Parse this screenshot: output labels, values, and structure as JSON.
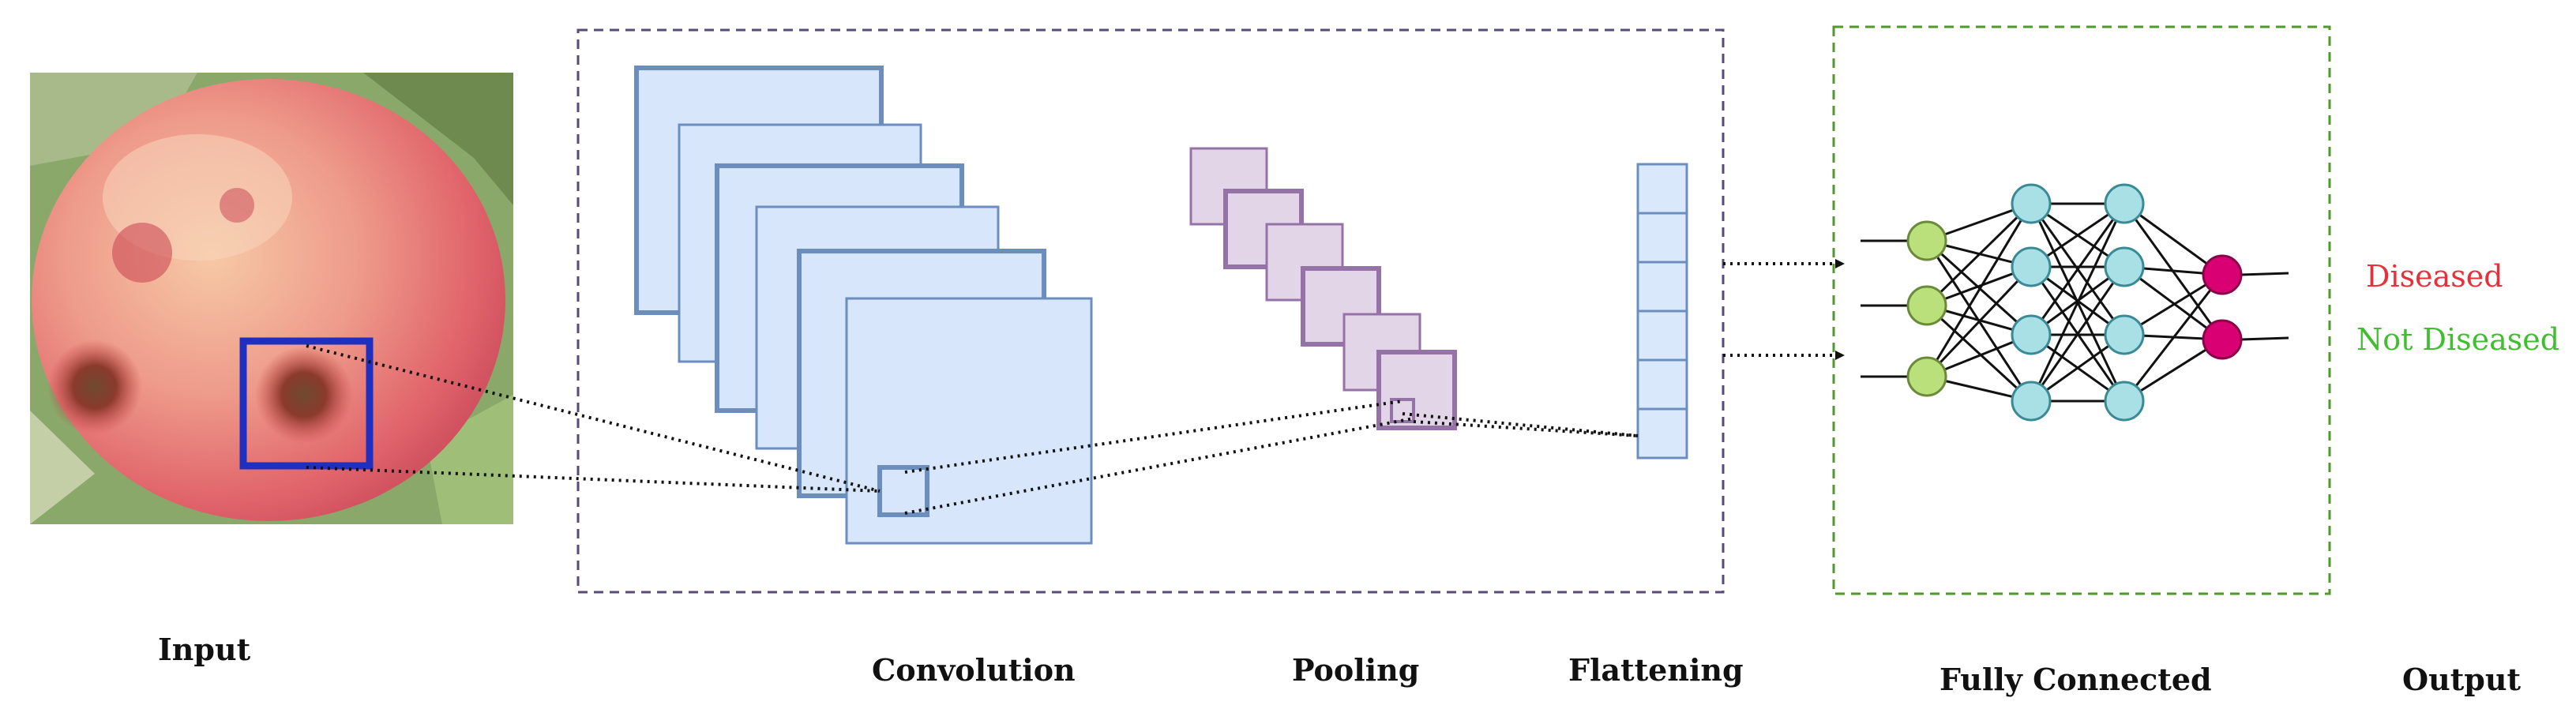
{
  "stages": {
    "input": "Input",
    "convolution": "Convolution",
    "pooling": "Pooling",
    "flattening": "Flattening",
    "fully_connected": "Fully Connected",
    "output": "Output"
  },
  "classes": {
    "diseased": "Diseased",
    "not_diseased": "Not Diseased"
  },
  "colors": {
    "conv_fill": "#d7e6fa",
    "conv_stroke": "#6c8ebf",
    "pool_fill": "#e1d5e7",
    "pool_stroke": "#9673a6",
    "flat_fill": "#dae8fc",
    "input_neuron": "#b9e07a",
    "hidden_neuron": "#a8e0e6",
    "output_neuron": "#d80073",
    "diseased_text": "#e8303a",
    "not_diseased_text": "#3fbf2e",
    "cnn_box": "#5a4a7a",
    "fc_box": "#4f9a2a",
    "roi_box": "#1f2fbf"
  },
  "network": {
    "input_neurons": 3,
    "hidden_layer_1": 4,
    "hidden_layer_2": 4,
    "output_neurons": 2
  }
}
